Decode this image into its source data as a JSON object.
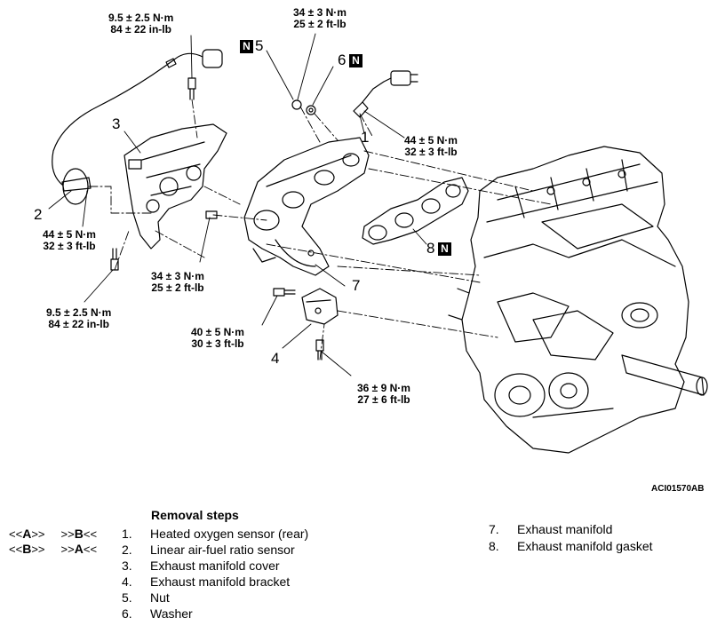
{
  "figure_id": "ACI01570AB",
  "torques": {
    "t1": [
      "9.5 ± 2.5 N·m",
      "84 ± 22 in-lb"
    ],
    "t2": [
      "34 ± 3 N·m",
      "25 ± 2 ft-lb"
    ],
    "t3": [
      "44 ± 5 N·m",
      "32 ± 3 ft-lb"
    ],
    "t4": [
      "44 ± 5 N·m",
      "32 ± 3 ft-lb"
    ],
    "t5": [
      "34 ± 3 N·m",
      "25 ± 2 ft-lb"
    ],
    "t6": [
      "9.5 ± 2.5 N·m",
      "84 ± 22 in-lb"
    ],
    "t7": [
      "40 ± 5 N·m",
      "30 ± 3 ft-lb"
    ],
    "t8": [
      "36 ± 9 N·m",
      "27 ± 6 ft-lb"
    ]
  },
  "callouts": {
    "c1": "1",
    "c2": "2",
    "c3": "3",
    "c4": "4",
    "c5": "5",
    "c6": "6",
    "c7": "7",
    "c8": "8",
    "n_mark": "N"
  },
  "removal": {
    "title": "Removal steps",
    "codes": [
      {
        "pre": "<<",
        "a": "A",
        "mid": ">>     >>",
        "b": "B",
        "post": "<<"
      },
      {
        "pre": "<<",
        "a": "B",
        "mid": ">>     >>",
        "b": "A",
        "post": "<<"
      }
    ],
    "steps": [
      {
        "n": "1.",
        "text": "Heated oxygen sensor (rear)"
      },
      {
        "n": "2.",
        "text": "Linear air-fuel ratio sensor"
      },
      {
        "n": "3.",
        "text": "Exhaust manifold cover"
      },
      {
        "n": "4.",
        "text": "Exhaust manifold bracket"
      },
      {
        "n": "5.",
        "text": "Nut"
      },
      {
        "n": "6.",
        "text": "Washer"
      },
      {
        "n": "7.",
        "text": "Exhaust manifold"
      },
      {
        "n": "8.",
        "text": "Exhaust manifold gasket"
      }
    ]
  }
}
